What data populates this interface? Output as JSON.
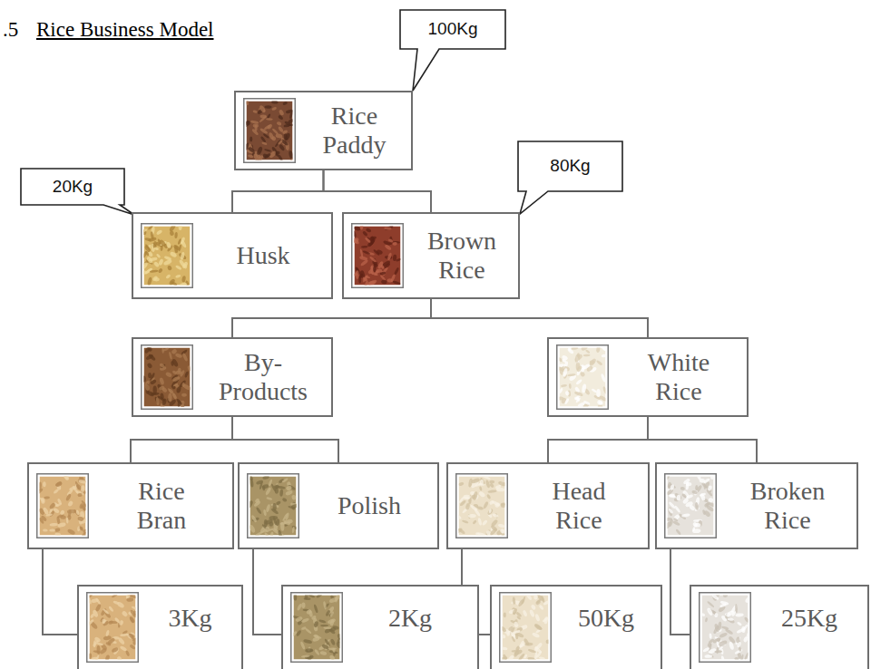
{
  "diagram": {
    "title": "Rice Business Model",
    "nodes": [
      {
        "text": [
          "100Kg"
        ]
      },
      {
        "text": [
          "Rice Paddy"
        ]
      },
      {
        "text": [
          "80Kg"
        ]
      },
      {
        "text": [
          "20Kg"
        ]
      },
      {
        "text": [
          "Husk"
        ]
      },
      {
        "text": [
          "Brown Rice"
        ]
      },
      {
        "text": [
          "By-Products"
        ]
      },
      {
        "text": [
          "White Rice"
        ]
      },
      {
        "text": [
          "Rice Bran"
        ]
      },
      {
        "text": [
          "Polish"
        ]
      },
      {
        "text": [
          "Head Rice"
        ]
      },
      {
        "text": [
          "Broken Rice"
        ]
      },
      {
        "text": [
          "3Kg"
        ]
      },
      {
        "text": [
          "2Kg"
        ]
      },
      {
        "text": [
          "50Kg"
        ]
      },
      {
        "text": [
          "25Kg"
        ]
      }
    ],
    "edges": [
      {
        "from": 1,
        "to": 4,
        "arrow": "none"
      },
      {
        "from": 1,
        "to": 5,
        "arrow": "none"
      },
      {
        "from": 5,
        "to": 6,
        "arrow": "none"
      },
      {
        "from": 5,
        "to": 7,
        "arrow": "none"
      },
      {
        "from": 6,
        "to": 8,
        "arrow": "none"
      },
      {
        "from": 6,
        "to": 9,
        "arrow": "none"
      },
      {
        "from": 7,
        "to": 10,
        "arrow": "none"
      },
      {
        "from": 7,
        "to": 11,
        "arrow": "none"
      },
      {
        "from": 8,
        "to": 12,
        "arrow": "none"
      },
      {
        "from": 9,
        "to": 13,
        "arrow": "none"
      },
      {
        "from": 10,
        "to": 14,
        "arrow": "none"
      },
      {
        "from": 11,
        "to": 15,
        "arrow": "none"
      }
    ],
    "labels": [
      ".5"
    ]
  }
}
